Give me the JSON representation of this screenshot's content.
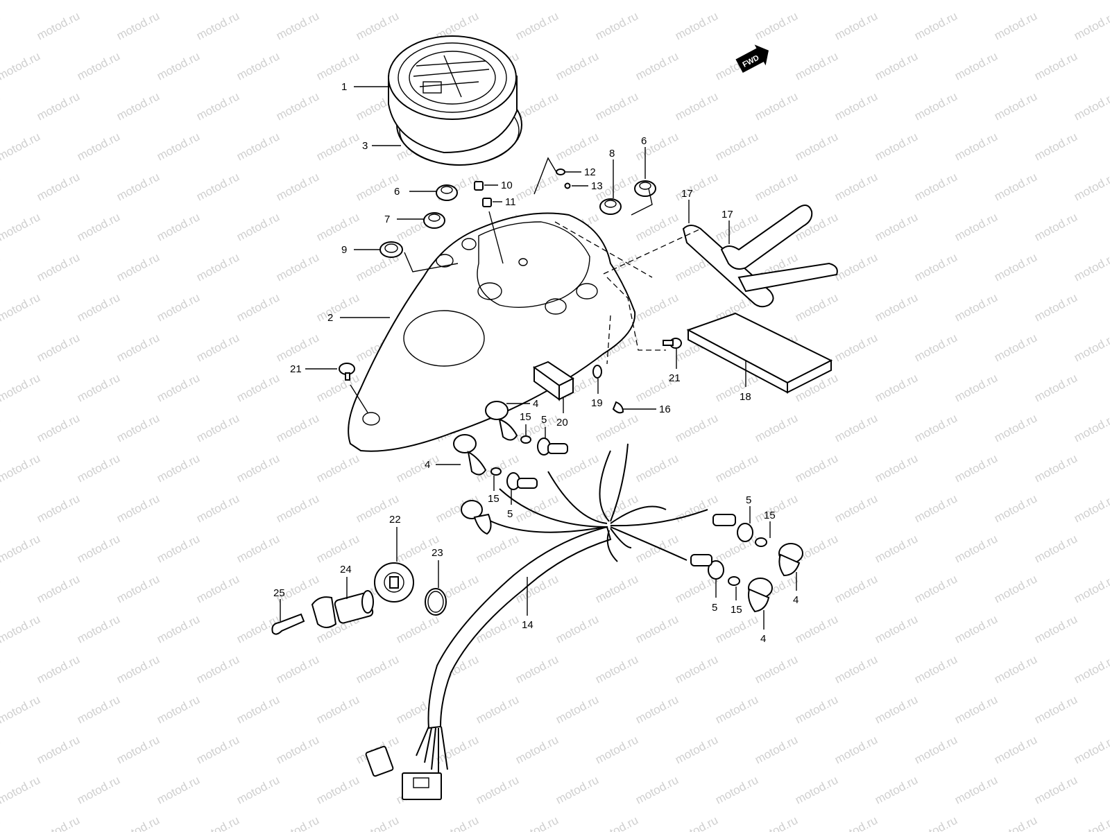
{
  "watermark": "motod.ru",
  "direction_tag": "FWD",
  "callouts": [
    {
      "id": "c1",
      "label": "1",
      "part": "speedometer"
    },
    {
      "id": "c3",
      "label": "3",
      "part": "speedometer-case"
    },
    {
      "id": "c6a",
      "label": "6",
      "part": "indicator-lamp-cap"
    },
    {
      "id": "c6b",
      "label": "6",
      "part": "indicator-lamp-cap"
    },
    {
      "id": "c7",
      "label": "7",
      "part": "indicator-lamp-cap"
    },
    {
      "id": "c8",
      "label": "8",
      "part": "indicator-lamp-cap"
    },
    {
      "id": "c9",
      "label": "9",
      "part": "indicator-lamp-cap"
    },
    {
      "id": "c10",
      "label": "10",
      "part": "nut"
    },
    {
      "id": "c11",
      "label": "11",
      "part": "nut"
    },
    {
      "id": "c12",
      "label": "12",
      "part": "washer"
    },
    {
      "id": "c13",
      "label": "13",
      "part": "screw"
    },
    {
      "id": "c2",
      "label": "2",
      "part": "meter-panel"
    },
    {
      "id": "c17a",
      "label": "17",
      "part": "hose"
    },
    {
      "id": "c17b",
      "label": "17",
      "part": "hose"
    },
    {
      "id": "c18",
      "label": "18",
      "part": "pad"
    },
    {
      "id": "c21a",
      "label": "21",
      "part": "screw"
    },
    {
      "id": "c21b",
      "label": "21",
      "part": "screw"
    },
    {
      "id": "c19",
      "label": "19",
      "part": "washer"
    },
    {
      "id": "c20",
      "label": "20",
      "part": "cushion"
    },
    {
      "id": "c16",
      "label": "16",
      "part": "clamp"
    },
    {
      "id": "c4a",
      "label": "4",
      "part": "socket"
    },
    {
      "id": "c4b",
      "label": "4",
      "part": "socket"
    },
    {
      "id": "c4c",
      "label": "4",
      "part": "socket"
    },
    {
      "id": "c4d",
      "label": "4",
      "part": "socket"
    },
    {
      "id": "c15a",
      "label": "15",
      "part": "bulb"
    },
    {
      "id": "c15b",
      "label": "15",
      "part": "bulb"
    },
    {
      "id": "c15c",
      "label": "15",
      "part": "bulb"
    },
    {
      "id": "c15d",
      "label": "15",
      "part": "bulb"
    },
    {
      "id": "c5a",
      "label": "5",
      "part": "grommet"
    },
    {
      "id": "c5b",
      "label": "5",
      "part": "grommet"
    },
    {
      "id": "c5c",
      "label": "5",
      "part": "grommet"
    },
    {
      "id": "c5d",
      "label": "5",
      "part": "grommet"
    },
    {
      "id": "c14",
      "label": "14",
      "part": "wiring-harness"
    },
    {
      "id": "c22",
      "label": "22",
      "part": "gear"
    },
    {
      "id": "c23",
      "label": "23",
      "part": "ring"
    },
    {
      "id": "c24",
      "label": "24",
      "part": "sensor"
    },
    {
      "id": "c25",
      "label": "25",
      "part": "bolt"
    }
  ]
}
